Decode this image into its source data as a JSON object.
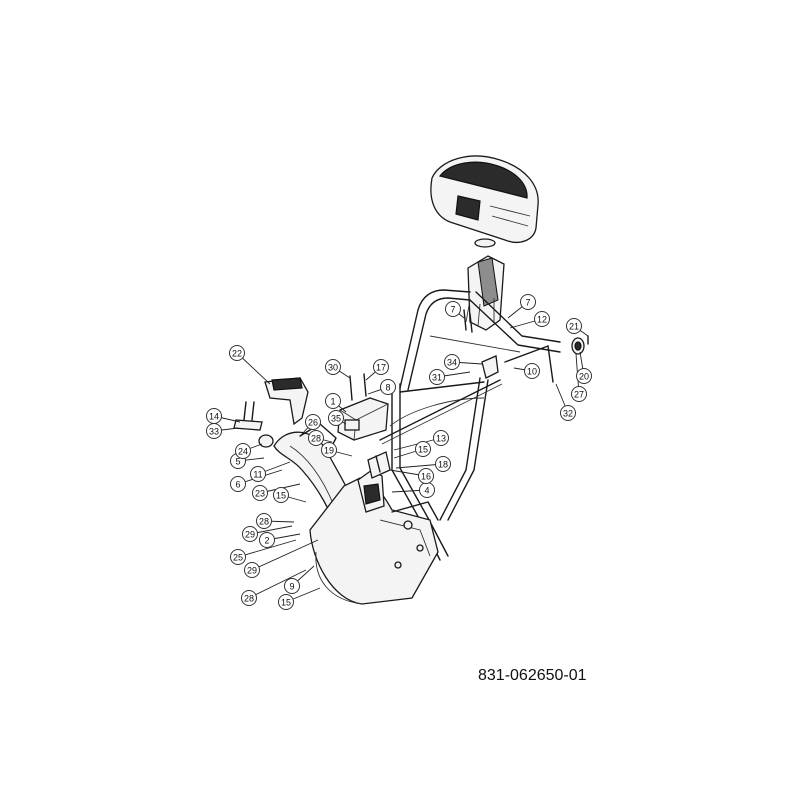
{
  "diagram": {
    "part_number": "831-062650-01",
    "highlight_color": "#f5e642",
    "callouts": [
      {
        "label": "1",
        "highlighted": true
      },
      {
        "label": "2"
      },
      {
        "label": "4"
      },
      {
        "label": "5"
      },
      {
        "label": "6"
      },
      {
        "label": "7"
      },
      {
        "label": "7"
      },
      {
        "label": "8"
      },
      {
        "label": "9"
      },
      {
        "label": "10"
      },
      {
        "label": "11"
      },
      {
        "label": "12"
      },
      {
        "label": "13"
      },
      {
        "label": "14"
      },
      {
        "label": "15"
      },
      {
        "label": "15"
      },
      {
        "label": "15"
      },
      {
        "label": "16"
      },
      {
        "label": "17"
      },
      {
        "label": "18"
      },
      {
        "label": "19"
      },
      {
        "label": "20"
      },
      {
        "label": "21"
      },
      {
        "label": "22"
      },
      {
        "label": "23"
      },
      {
        "label": "24"
      },
      {
        "label": "25"
      },
      {
        "label": "26"
      },
      {
        "label": "27"
      },
      {
        "label": "28"
      },
      {
        "label": "28"
      },
      {
        "label": "28"
      },
      {
        "label": "29"
      },
      {
        "label": "29"
      },
      {
        "label": "30"
      },
      {
        "label": "31"
      },
      {
        "label": "32"
      },
      {
        "label": "33"
      },
      {
        "label": "34"
      },
      {
        "label": "35"
      }
    ]
  }
}
